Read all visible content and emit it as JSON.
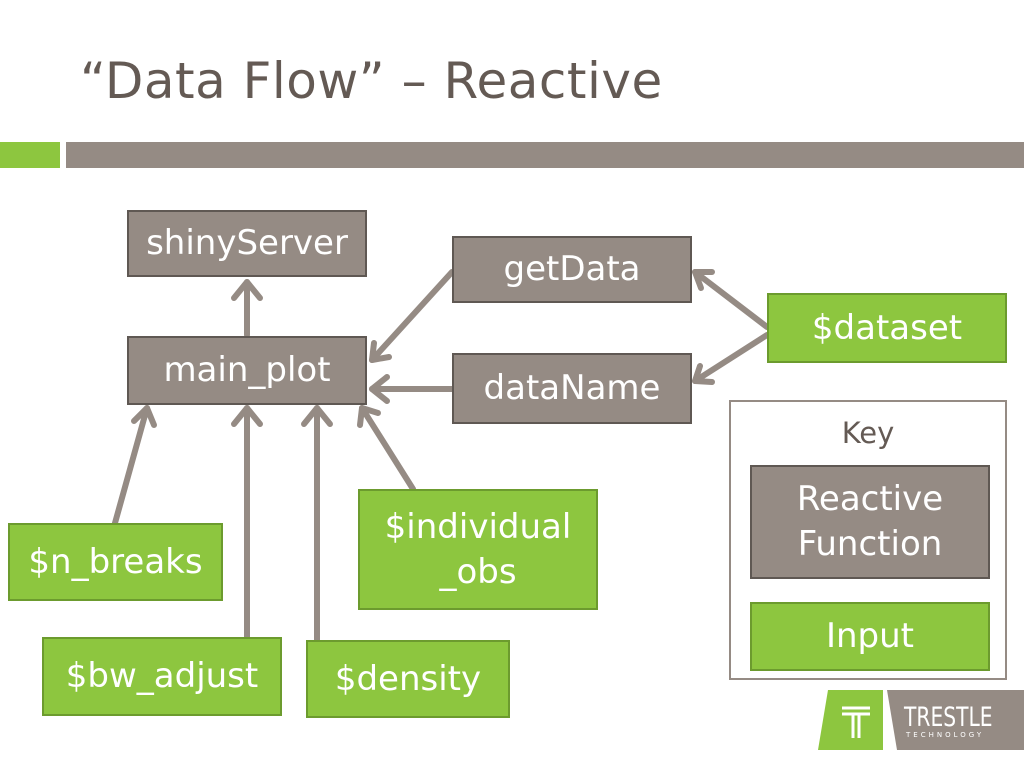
{
  "slide": {
    "title": "“Data Flow” – Reactive"
  },
  "nodes": {
    "shiny_server": "shinyServer",
    "main_plot": "main_plot",
    "get_data": "getData",
    "data_name": "dataName",
    "dataset": "$dataset",
    "n_breaks": "$n_breaks",
    "bw_adjust": "$bw_adjust",
    "density": "$density",
    "individual_obs_line1": "$individual",
    "individual_obs_line2": "_obs"
  },
  "key": {
    "title": "Key",
    "reactive_line1": "Reactive",
    "reactive_line2": "Function",
    "input": "Input"
  },
  "logo": {
    "name": "TRESTLE",
    "tagline": "TECHNOLOGY"
  },
  "colors": {
    "reactive_function": "#958b84",
    "input": "#8dc63f",
    "title_text": "#645a54"
  }
}
